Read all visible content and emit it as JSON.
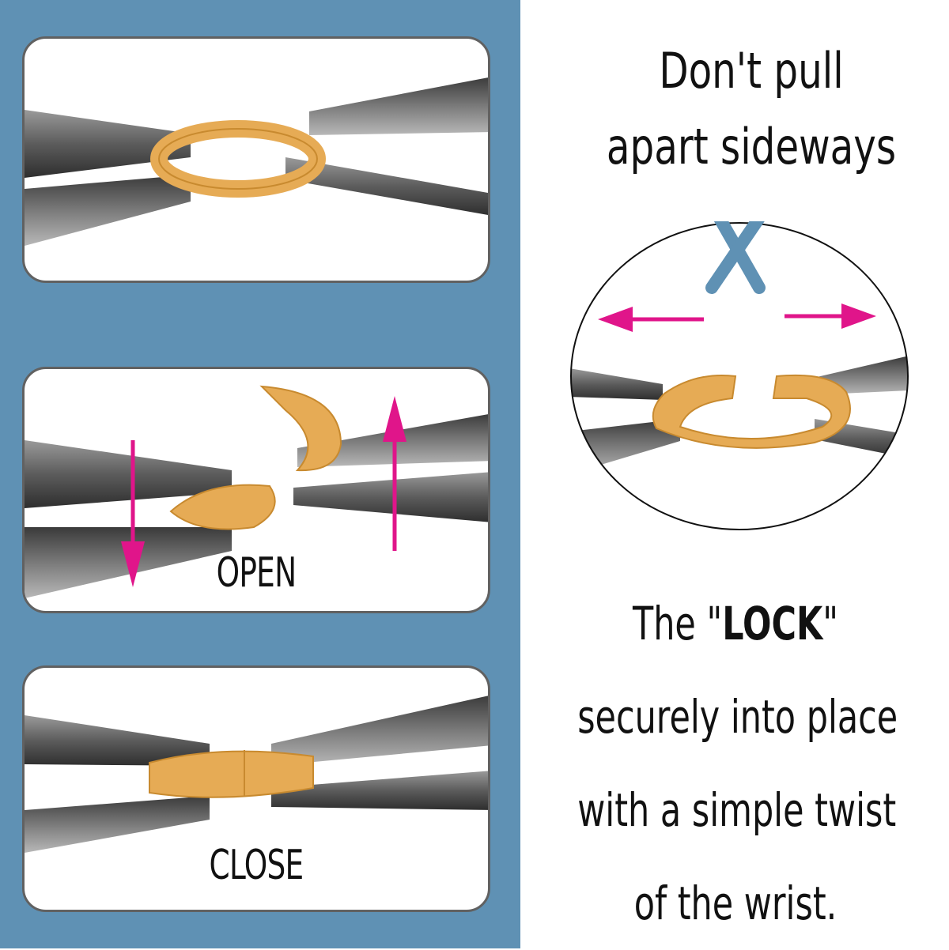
{
  "headline": {
    "line1": "Don't pull",
    "line2": "apart sideways"
  },
  "steps": [
    {
      "label": ""
    },
    {
      "label": "OPEN"
    },
    {
      "label": "CLOSE"
    }
  ],
  "tagline": {
    "line1_prefix": "The \"",
    "line1_emphasis": "LOCK",
    "line1_suffix": "\"",
    "line2": "securely into place",
    "line3": "with a simple twist",
    "line4": "of the wrist."
  },
  "colors": {
    "background_panel": "#5f91b4",
    "ring": "#e6ab55",
    "arrow": "#e0158a",
    "cross": "#5f91b4",
    "plier": "#6e6e6e"
  },
  "icons": {
    "wrong_mark": "x-mark-icon",
    "arrows": "arrow-icon"
  }
}
